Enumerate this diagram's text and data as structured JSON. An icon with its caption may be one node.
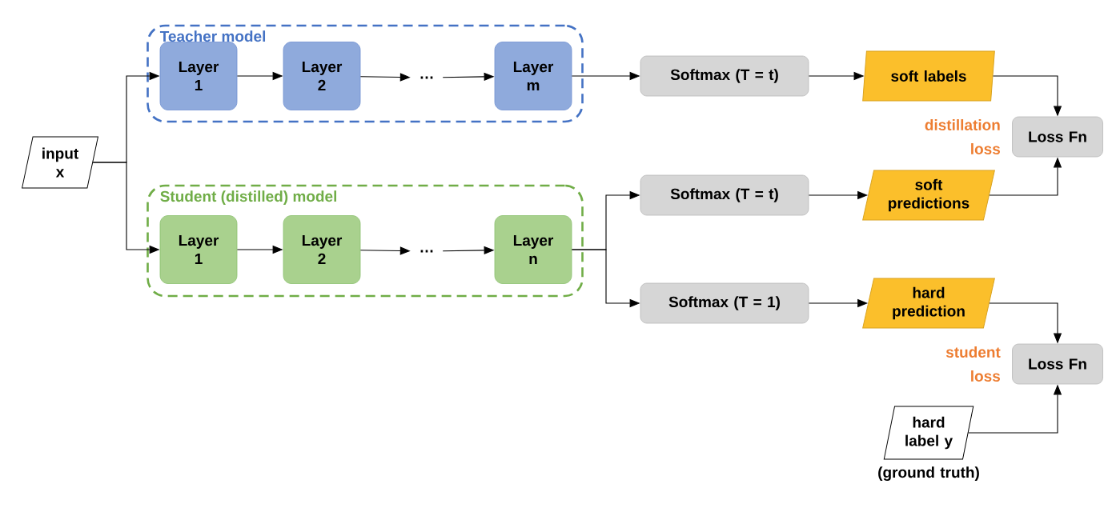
{
  "diagram": {
    "nodes": [
      {
        "text": [
          "input x"
        ]
      },
      {
        "text": [
          "Teacher model"
        ]
      },
      {
        "text": [
          "Layer 1"
        ],
        "in": 1
      },
      {
        "text": [
          "Layer 2"
        ],
        "in": 1
      },
      {
        "text": [
          "…"
        ],
        "in": 1
      },
      {
        "text": [
          "Layer m"
        ],
        "in": 1
      },
      {
        "text": [
          "Student (distilled) model"
        ]
      },
      {
        "text": [
          "Layer 1"
        ],
        "in": 6
      },
      {
        "text": [
          "Layer 2"
        ],
        "in": 6
      },
      {
        "text": [
          "…"
        ],
        "in": 6
      },
      {
        "text": [
          "Layer n"
        ],
        "in": 6
      },
      {
        "text": [
          "Softmax (T = t)"
        ]
      },
      {
        "text": [
          "soft labels"
        ]
      },
      {
        "text": [
          "Loss Fn"
        ],
        "beside": [
          "distillation loss"
        ]
      },
      {
        "text": [
          "Softmax (T = t)"
        ]
      },
      {
        "text": [
          "soft predictions"
        ]
      },
      {
        "text": [
          "Softmax (T = 1)"
        ]
      },
      {
        "text": [
          "hard prediction"
        ]
      },
      {
        "text": [
          "Loss Fn"
        ],
        "beside": [
          "student loss"
        ]
      },
      {
        "text": [
          "hard label y"
        ],
        "beside": [
          "(ground truth)"
        ]
      }
    ],
    "edges": [
      {
        "from": 0,
        "to": 2,
        "arrow": "to"
      },
      {
        "from": 0,
        "to": 7,
        "arrow": "to"
      },
      {
        "from": 2,
        "to": 3,
        "arrow": "to"
      },
      {
        "from": 3,
        "to": 4,
        "arrow": "to"
      },
      {
        "from": 4,
        "to": 5,
        "arrow": "to"
      },
      {
        "from": 5,
        "to": 11,
        "arrow": "to"
      },
      {
        "from": 11,
        "to": 12,
        "arrow": "to"
      },
      {
        "from": 12,
        "to": 13,
        "arrow": "to"
      },
      {
        "from": 7,
        "to": 8,
        "arrow": "to"
      },
      {
        "from": 8,
        "to": 9,
        "arrow": "to"
      },
      {
        "from": 9,
        "to": 10,
        "arrow": "to"
      },
      {
        "from": 10,
        "to": 14,
        "arrow": "to"
      },
      {
        "from": 10,
        "to": 16,
        "arrow": "to"
      },
      {
        "from": 14,
        "to": 15,
        "arrow": "to"
      },
      {
        "from": 15,
        "to": 13,
        "arrow": "to"
      },
      {
        "from": 16,
        "to": 17,
        "arrow": "to"
      },
      {
        "from": 17,
        "to": 18,
        "arrow": "to"
      },
      {
        "from": 19,
        "to": 18,
        "arrow": "to"
      }
    ]
  }
}
